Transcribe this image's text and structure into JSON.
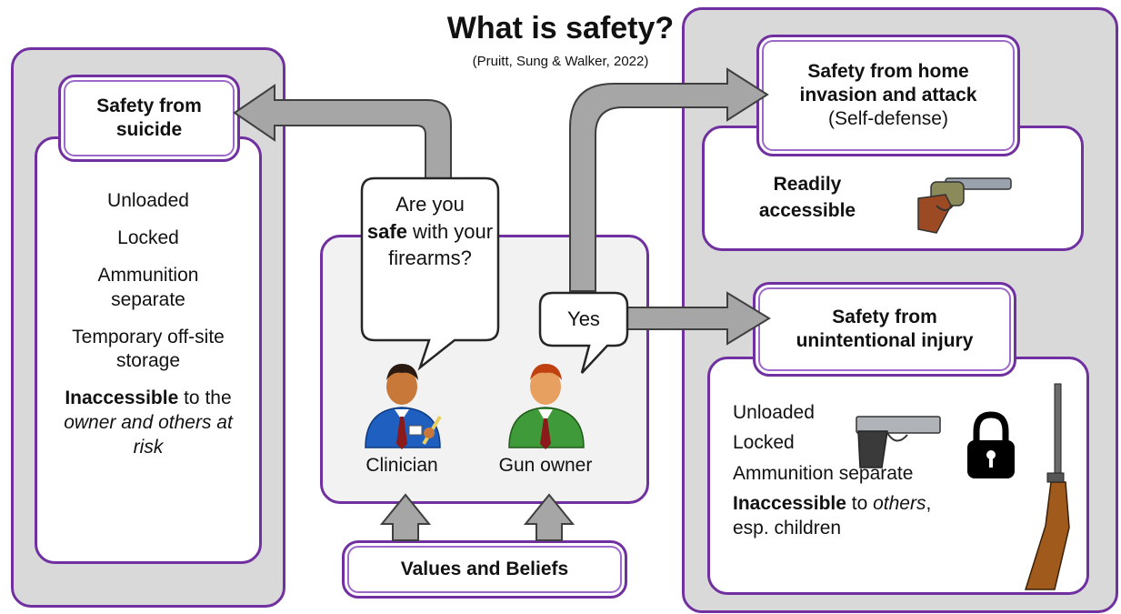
{
  "header": {
    "title": "What is safety?",
    "citation": "(Pruitt, Sung & Walker, 2022)"
  },
  "suicide": {
    "title": "Safety from suicide",
    "items": [
      "Unloaded",
      "Locked",
      "Ammunition separate",
      "Temporary off-site storage"
    ],
    "inaccessible_bold": "Inaccessible",
    "inaccessible_to": " to the ",
    "inaccessible_italic": "owner and others at risk"
  },
  "center": {
    "question_pre": "Are you",
    "question_bold": "safe",
    "question_post": " with your firearms?",
    "answer": "Yes",
    "clinician_label": "Clinician",
    "owner_label": "Gun owner",
    "values_label": "Values and Beliefs"
  },
  "home": {
    "title_bold": "Safety from home invasion and attack",
    "title_sub": "(Self-defense)",
    "readily": "Readily",
    "accessible": "accessible"
  },
  "unintentional": {
    "title": "Safety from unintentional injury",
    "items": [
      "Unloaded",
      "Locked",
      "Ammunition separate"
    ],
    "inaccessible_bold": "Inaccessible",
    "inaccessible_to": " to ",
    "inaccessible_italic": "others",
    "inaccessible_tail": ",",
    "children": "esp. children"
  },
  "icons": [
    "revolver-icon",
    "pistol-icon",
    "padlock-icon",
    "rifle-icon",
    "clinician-icon",
    "gun-owner-icon"
  ]
}
